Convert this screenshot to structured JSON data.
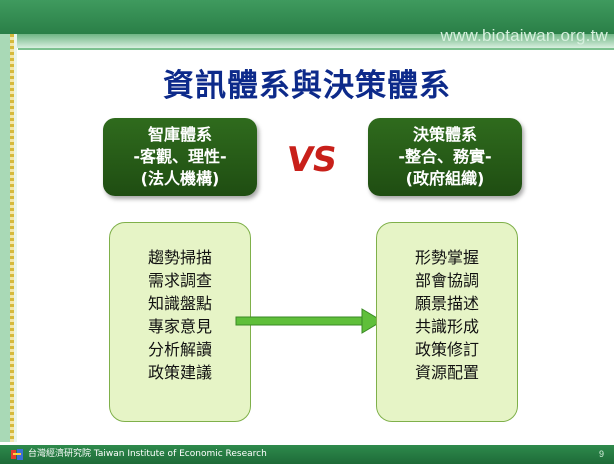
{
  "header": {
    "url": "www.biotaiwan.org.tw"
  },
  "title": "資訊體系與決策體系",
  "vs_label": "VS",
  "left_box": {
    "lines": [
      "智庫體系",
      "-客觀、理性-",
      "(法人機構)"
    ]
  },
  "right_box": {
    "lines": [
      "決策體系",
      "-整合、務實-",
      "(政府組織)"
    ]
  },
  "left_list": {
    "items": [
      "趨勢掃描",
      "需求調查",
      "知識盤點",
      "專家意見",
      "分析解讀",
      "政策建議"
    ]
  },
  "right_list": {
    "items": [
      "形勢掌握",
      "部會協調",
      "願景描述",
      "共識形成",
      "政策修訂",
      "資源配置"
    ]
  },
  "footer": {
    "org_name": "台灣經濟研究院  Taiwan Institute of Economic Research",
    "page_number": "9"
  },
  "colors": {
    "title": "#0d2a8a",
    "vs": "#c8201a",
    "dark_box": "#2f6b1d",
    "light_box": "#e6f4c6",
    "footer": "#2e8a4c",
    "arrow": "#5fbf3a"
  }
}
